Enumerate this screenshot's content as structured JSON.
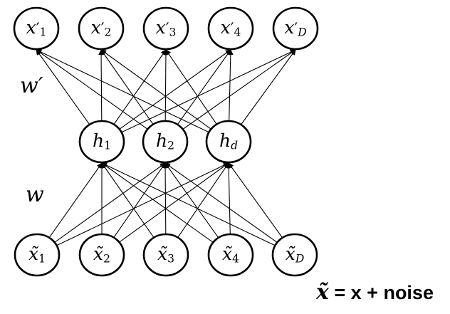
{
  "diagram": {
    "colors": {
      "stroke": "#000000",
      "background": "#ffffff"
    },
    "layers": {
      "output": {
        "nodes": [
          {
            "base": "x",
            "prime": "′",
            "sub": "1"
          },
          {
            "base": "x",
            "prime": "′",
            "sub": "2"
          },
          {
            "base": "x",
            "prime": "′",
            "sub": "3"
          },
          {
            "base": "x",
            "prime": "′",
            "sub": "4"
          },
          {
            "base": "x",
            "prime": "′",
            "sub": "D"
          }
        ]
      },
      "hidden": {
        "nodes": [
          {
            "base": "h",
            "sub": "1"
          },
          {
            "base": "h",
            "sub": "2"
          },
          {
            "base": "h",
            "sub": "d"
          }
        ]
      },
      "input": {
        "nodes": [
          {
            "base": "x̃",
            "sub": "1"
          },
          {
            "base": "x̃",
            "sub": "2"
          },
          {
            "base": "x̃",
            "sub": "3"
          },
          {
            "base": "x̃",
            "sub": "4"
          },
          {
            "base": "x̃",
            "sub": "D"
          }
        ]
      }
    },
    "weights": {
      "decoder_label": "w′",
      "encoder_label": "w"
    },
    "edges": [
      {
        "from": "hidden",
        "to": "output",
        "connectivity": "full",
        "arrow": "to"
      },
      {
        "from": "input",
        "to": "hidden",
        "connectivity": "full",
        "arrow": "to"
      }
    ],
    "annotation": {
      "variable": "x̃",
      "rest": " = x + noise"
    }
  }
}
